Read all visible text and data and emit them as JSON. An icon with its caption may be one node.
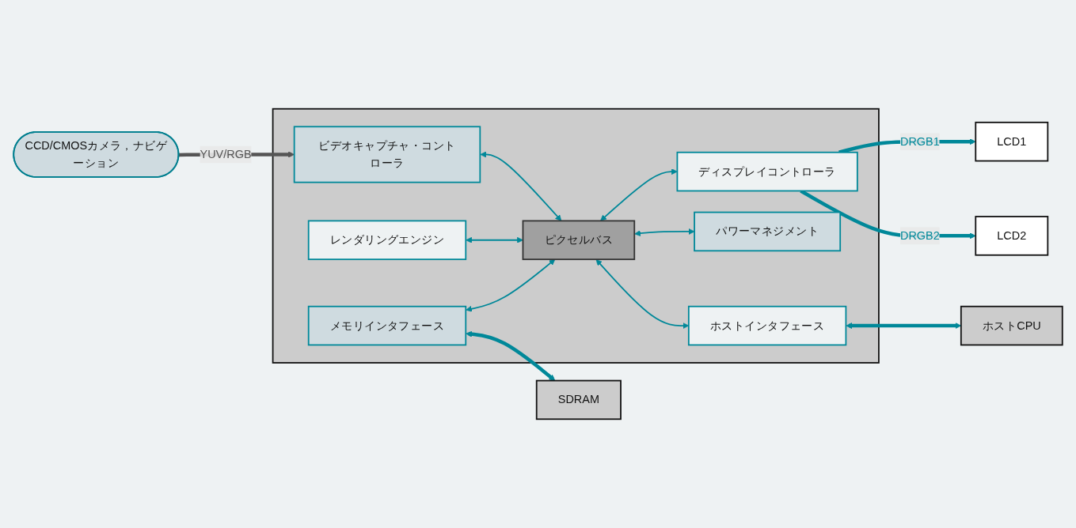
{
  "diagram": {
    "nodes": [
      {
        "text": [
          "CCD/CMOSカメラ，ナビゲーション"
        ]
      },
      {
        "text": [],
        "shape": "box"
      },
      {
        "text": [
          "ビデオキャプチャ・コントローラ"
        ],
        "in": 1
      },
      {
        "text": [
          "レンダリングエンジン"
        ],
        "in": 1
      },
      {
        "text": [
          "メモリインタフェース"
        ],
        "in": 1
      },
      {
        "text": [
          "ピクセルバス"
        ],
        "in": 1
      },
      {
        "text": [
          "ディスプレイコントローラ"
        ],
        "in": 1
      },
      {
        "text": [
          "パワーマネジメント"
        ],
        "in": 1
      },
      {
        "text": [
          "ホストインタフェース"
        ],
        "in": 1
      },
      {
        "text": [
          "LCD1"
        ]
      },
      {
        "text": [
          "LCD2"
        ]
      },
      {
        "text": [
          "ホストCPU"
        ]
      },
      {
        "text": [
          "SDRAM"
        ]
      }
    ],
    "edges": [
      {
        "from": 0,
        "to": 2,
        "arrow": "to",
        "label": "YUV/RGB",
        "style": "thick",
        "color": "#555555"
      },
      {
        "from": 2,
        "to": 5,
        "arrow": "both"
      },
      {
        "from": 3,
        "to": 5,
        "arrow": "both"
      },
      {
        "from": 4,
        "to": 5,
        "arrow": "both"
      },
      {
        "from": 5,
        "to": 6,
        "arrow": "both"
      },
      {
        "from": 5,
        "to": 7,
        "arrow": "both"
      },
      {
        "from": 5,
        "to": 8,
        "arrow": "both"
      },
      {
        "from": 6,
        "to": 9,
        "arrow": "to",
        "label": "DRGB1",
        "style": "thick"
      },
      {
        "from": 6,
        "to": 10,
        "arrow": "to",
        "label": "DRGB2",
        "style": "thick"
      },
      {
        "from": 8,
        "to": 11,
        "arrow": "both",
        "style": "thick"
      },
      {
        "from": 4,
        "to": 12,
        "arrow": "both",
        "style": "thick"
      }
    ]
  }
}
